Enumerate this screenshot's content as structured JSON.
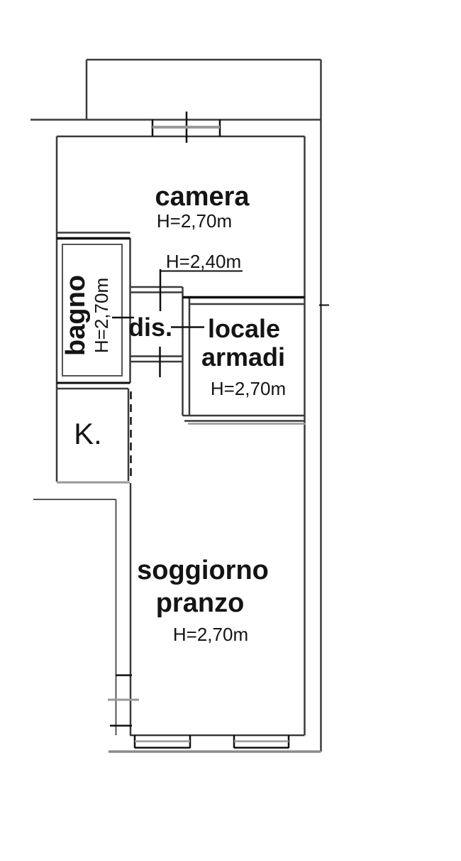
{
  "document": {
    "type": "apartment floor plan"
  },
  "rooms": {
    "camera": {
      "label": "camera",
      "height": "H=2,70m"
    },
    "bagno": {
      "label": "bagno",
      "height": "H=2,70m"
    },
    "dis": {
      "label": "dis."
    },
    "locale_armadi": {
      "label_line1": "locale",
      "label_line2": "armadi",
      "height": "H=2,70m"
    },
    "kitchen": {
      "label": "K."
    },
    "soggiorno": {
      "label_line1": "soggiorno",
      "label_line2": "pranzo",
      "height": "H=2,70m"
    }
  },
  "annotations": {
    "lowered_ceiling": "H=2,40m"
  },
  "colors": {
    "wall": "#3a3a3a",
    "bold_wall": "#0f0f0f",
    "gray_line": "#999999",
    "text": "#141414",
    "background": "#ffffff"
  }
}
